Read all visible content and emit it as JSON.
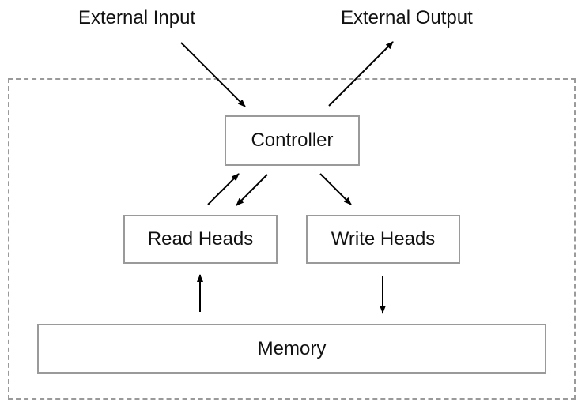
{
  "external": {
    "input_label": "External Input",
    "output_label": "External Output"
  },
  "nodes": {
    "controller": "Controller",
    "read_heads": "Read Heads",
    "write_heads": "Write Heads",
    "memory": "Memory"
  },
  "colors": {
    "box_border": "#9a9a9a",
    "arrow": "#000000",
    "text": "#111111"
  }
}
